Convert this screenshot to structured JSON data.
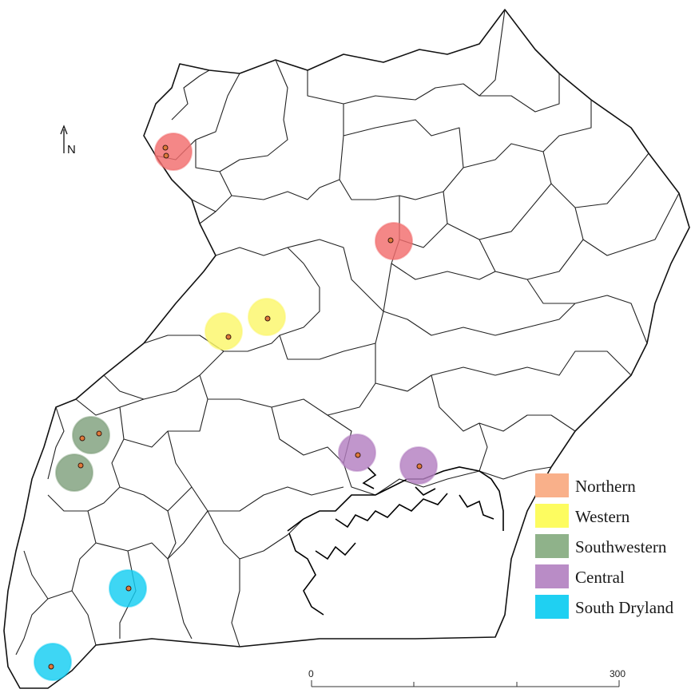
{
  "north_label": "N",
  "legend": [
    {
      "label": "Northern",
      "color": "#f9b08a"
    },
    {
      "label": "Western",
      "color": "#fdfc60"
    },
    {
      "label": "Southwestern",
      "color": "#8fb28a"
    },
    {
      "label": "Central",
      "color": "#b98cc6"
    },
    {
      "label": "South Dryland",
      "color": "#1fd0f2"
    }
  ],
  "site_colors": {
    "Northern": "#f26d6d",
    "Western": "#fbf66a",
    "Southwestern": "#7fa07c",
    "Central": "#b37fc1",
    "South Dryland": "#14cdf2"
  },
  "scale": {
    "start_label": "0",
    "end_label": "300"
  },
  "sites": [
    {
      "region": "Northern",
      "points": 2
    },
    {
      "region": "Northern",
      "points": 1
    },
    {
      "region": "Western",
      "points": 1
    },
    {
      "region": "Western",
      "points": 1
    },
    {
      "region": "Southwestern",
      "points": 2
    },
    {
      "region": "Southwestern",
      "points": 1
    },
    {
      "region": "Central",
      "points": 1
    },
    {
      "region": "Central",
      "points": 1
    },
    {
      "region": "South Dryland",
      "points": 1
    },
    {
      "region": "South Dryland",
      "points": 1
    }
  ]
}
